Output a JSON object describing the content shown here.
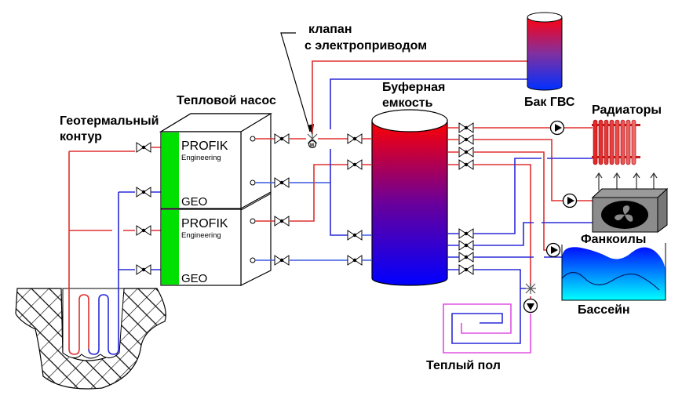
{
  "title": "Схема геотермального отопления с тепловым насосом",
  "labels": {
    "geo_circuit_line1": "Геотермальный",
    "geo_circuit_line2": "контур",
    "heat_pump": "Тепловой насос",
    "valve_line1": "клапан",
    "valve_line2": "с электроприводом",
    "buffer_line1": "Буферная",
    "buffer_line2": "емкость",
    "dhw_tank": "Бак ГВС",
    "radiators": "Радиаторы",
    "fancoils": "Фанкоилы",
    "pool": "Бассейн",
    "floor_heating": "Теплый пол"
  },
  "heat_pump_units": [
    {
      "brand": "PROFIK",
      "sub": "Engineering",
      "model": "GEO"
    },
    {
      "brand": "PROFIK",
      "sub": "Engineering",
      "model": "GEO"
    }
  ],
  "colors": {
    "hot_pipe": "#e03030",
    "cold_pipe": "#2a2ad8",
    "floor_loop": "#e050e0",
    "unit_stripe": "#00e000",
    "tank_hot": "#ff0000",
    "tank_cold": "#0000ff",
    "fancoil_body": "#8a8a8a",
    "pool_top": "#0030ff",
    "pool_bottom": "#00ffff",
    "radiator": "#e02828"
  },
  "icons": [
    "ball-valve-icon",
    "motorized-three-way-valve-icon",
    "circulation-pump-icon",
    "mixing-valve-icon",
    "fan-icon",
    "ground-hatch",
    "heat-arrow-icon"
  ]
}
